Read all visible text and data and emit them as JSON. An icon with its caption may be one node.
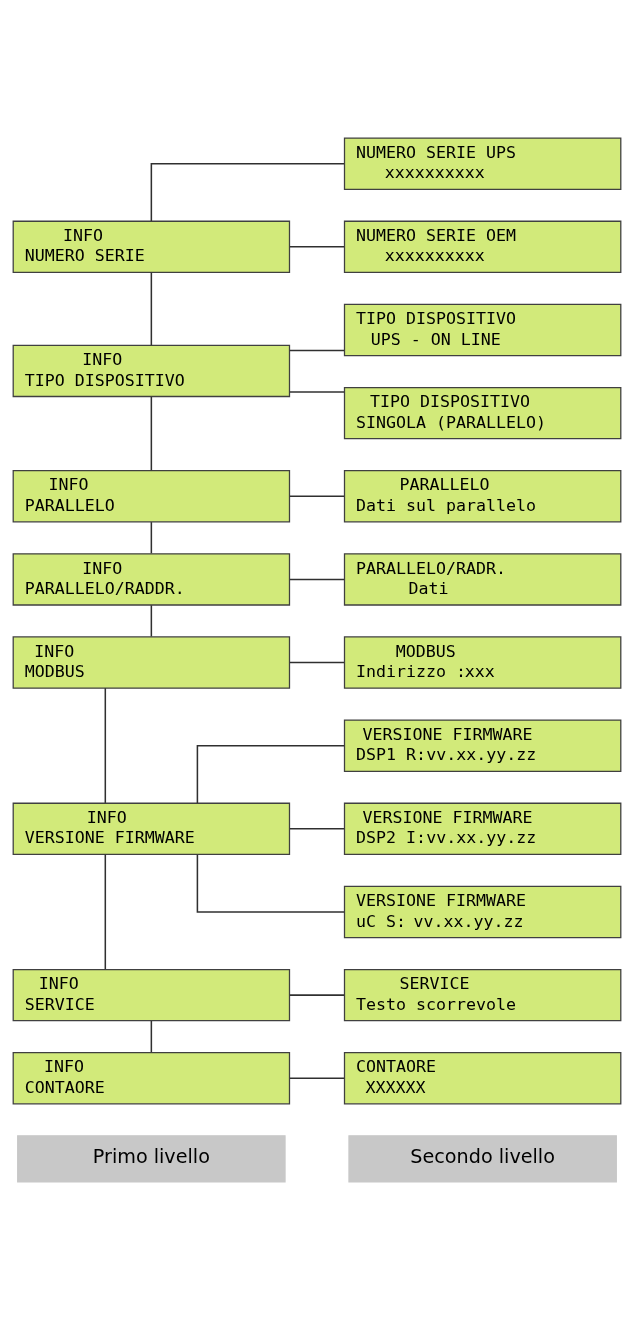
{
  "diagram": {
    "nodes": [
      {
        "text": [
          "Primo livello"
        ]
      },
      {
        "text": [
          "Secondo livello"
        ]
      },
      {
        "text": [
          "INFO",
          "NUMERO SERIE"
        ]
      },
      {
        "text": [
          "NUMERO SERIE UPS",
          "xxxxxxxxxx"
        ]
      },
      {
        "text": [
          "NUMERO SERIE OEM",
          "xxxxxxxxxx"
        ]
      },
      {
        "text": [
          "INFO",
          "TIPO DISPOSITIVO"
        ]
      },
      {
        "text": [
          "TIPO DISPOSITIVO",
          "UPS - ON LINE"
        ]
      },
      {
        "text": [
          "TIPO DISPOSITIVO",
          "SINGOLA (PARALLELO)"
        ]
      },
      {
        "text": [
          "INFO",
          "PARALLELO"
        ]
      },
      {
        "text": [
          "PARALLELO",
          "Dati sul parallelo"
        ]
      },
      {
        "text": [
          "INFO",
          "PARALLELO/RADDR."
        ]
      },
      {
        "text": [
          "PARALLELO/RADR.",
          "Dati"
        ]
      },
      {
        "text": [
          "INFO",
          "MODBUS"
        ]
      },
      {
        "text": [
          "MODBUS",
          "Indirizzo :",
          "xxx"
        ]
      },
      {
        "text": [
          "INFO",
          "VERSIONE FIRMWARE"
        ]
      },
      {
        "text": [
          "VERSIONE FIRMWARE",
          "DSP1 R:",
          "vv.xx.yy.zz"
        ]
      },
      {
        "text": [
          "VERSIONE FIRMWARE",
          "DSP2 I:",
          "vv.xx.yy.zz"
        ]
      },
      {
        "text": [
          "VERSIONE FIRMWARE",
          "uC S:",
          "vv.xx.yy.zz"
        ]
      },
      {
        "text": [
          "INFO",
          "SERVICE"
        ]
      },
      {
        "text": [
          "SERVICE",
          "Testo scorrevole"
        ]
      },
      {
        "text": [
          "INFO",
          "CONTAORE"
        ]
      },
      {
        "text": [
          "CONTAORE",
          "XXXXXX"
        ]
      }
    ],
    "edges": [
      {
        "from": 2,
        "to": 3,
        "arrow": "none"
      },
      {
        "from": 2,
        "to": 4,
        "arrow": "none"
      },
      {
        "from": 2,
        "to": 5,
        "arrow": "none"
      },
      {
        "from": 5,
        "to": 6,
        "arrow": "none"
      },
      {
        "from": 5,
        "to": 7,
        "arrow": "none"
      },
      {
        "from": 5,
        "to": 8,
        "arrow": "none"
      },
      {
        "from": 8,
        "to": 9,
        "arrow": "none"
      },
      {
        "from": 8,
        "to": 10,
        "arrow": "none"
      },
      {
        "from": 10,
        "to": 11,
        "arrow": "none"
      },
      {
        "from": 10,
        "to": 12,
        "arrow": "none"
      },
      {
        "from": 12,
        "to": 13,
        "arrow": "none"
      },
      {
        "from": 12,
        "to": 14,
        "arrow": "none"
      },
      {
        "from": 14,
        "to": 15,
        "arrow": "none"
      },
      {
        "from": 14,
        "to": 16,
        "arrow": "none"
      },
      {
        "from": 14,
        "to": 17,
        "arrow": "none"
      },
      {
        "from": 14,
        "to": 18,
        "arrow": "none"
      },
      {
        "from": 18,
        "to": 19,
        "arrow": "none"
      },
      {
        "from": 18,
        "to": 20,
        "arrow": "none"
      },
      {
        "from": 20,
        "to": 21,
        "arrow": "none"
      }
    ]
  }
}
